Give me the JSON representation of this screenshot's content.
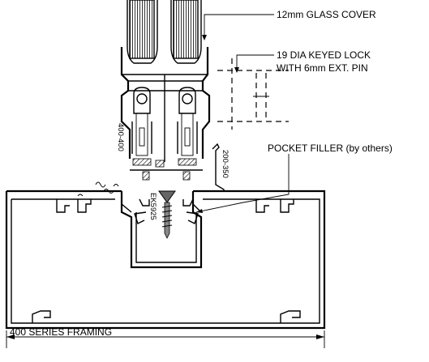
{
  "labels": {
    "glass_cover": "12mm GLASS COVER",
    "lock_line1": "19 DIA KEYED LOCK",
    "lock_line2": "WITH 6mm EXT. PIN",
    "pocket_filler": "POCKET FILLER (by others)",
    "framing": "400 SERIES FRAMING",
    "dim_left": "400-400",
    "dim_right": "200-350",
    "part_code": "EK5925"
  },
  "colors": {
    "ink": "#000000",
    "paper": "#ffffff",
    "screw": "#666666"
  }
}
